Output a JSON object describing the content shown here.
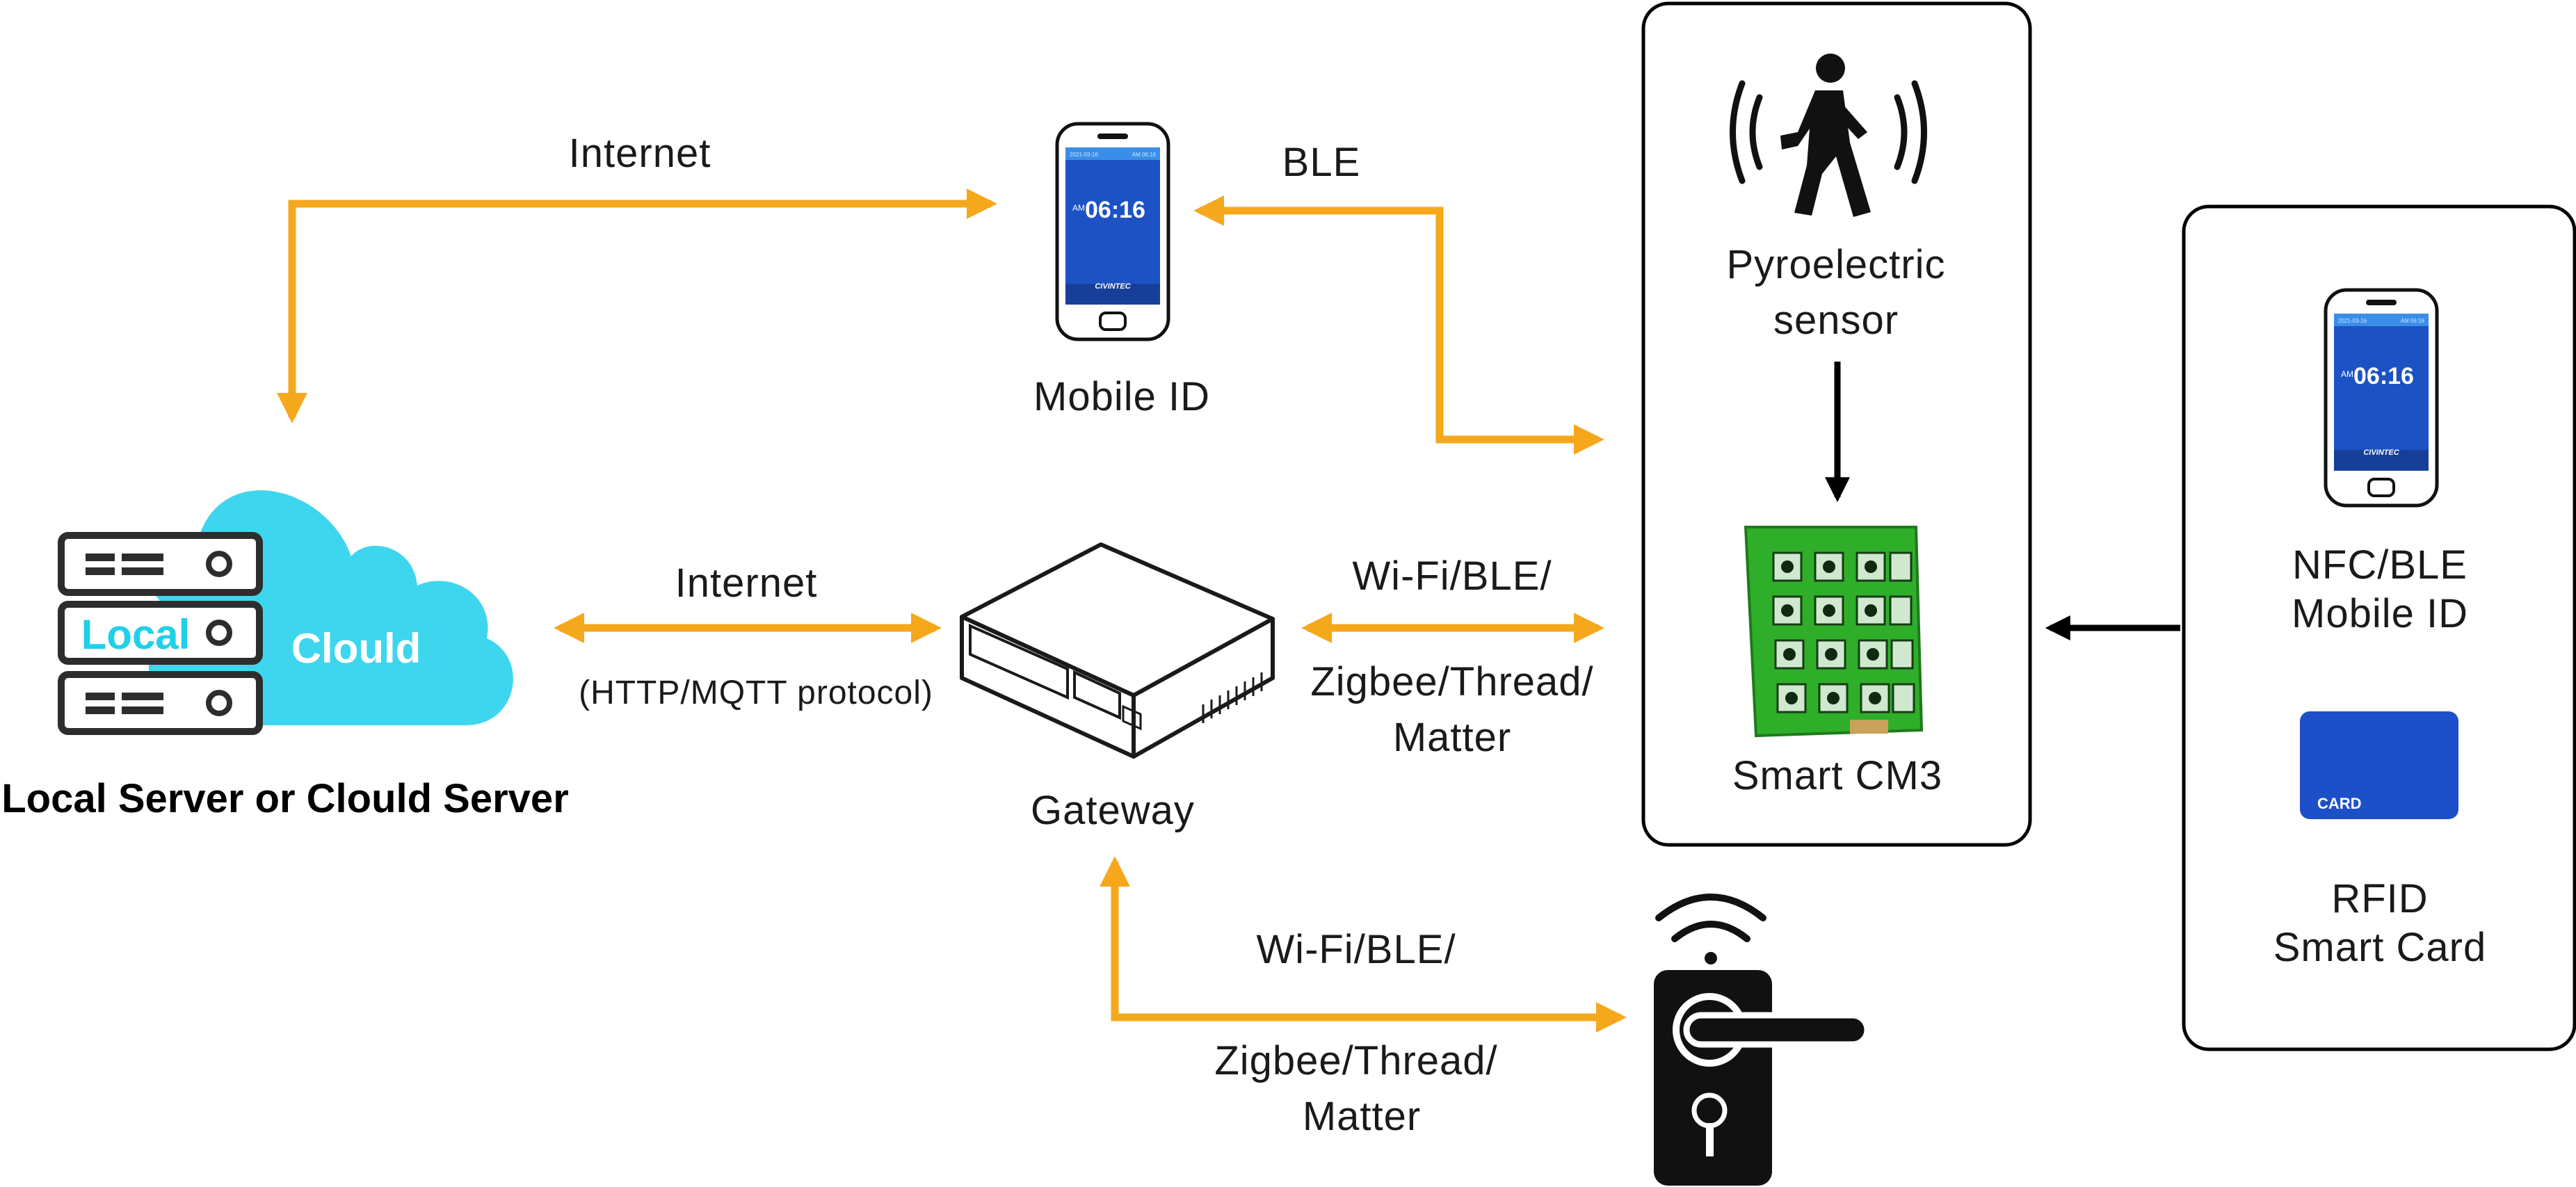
{
  "colors": {
    "link_arrow": "#f5a81c",
    "flow_arrow": "#000000",
    "cloud": "#3ed6ee",
    "server": "#2d2d2d",
    "phone_screen": "#1d52c4",
    "card": "#1d50c8",
    "pcb": "#2fae2a"
  },
  "nodes": {
    "server": {
      "label": "Local Server or Clould Server",
      "local_text": "Local",
      "cloud_text": "Clould",
      "icon": "server-cloud-icon"
    },
    "mobile_id": {
      "label": "Mobile ID",
      "icon": "smartphone-icon"
    },
    "gateway": {
      "label": "Gateway",
      "icon": "gateway-box-icon"
    },
    "pyro_sensor": {
      "label_line1": "Pyroelectric",
      "label_line2": "sensor",
      "icon": "walking-person-motion-icon"
    },
    "smart_cm3": {
      "label": "Smart CM3",
      "icon": "keypad-pcb-icon"
    },
    "nfc_mobile": {
      "label_line1": "NFC/BLE",
      "label_line2": "Mobile ID",
      "icon": "smartphone-icon"
    },
    "rfid_card": {
      "label_line1": "RFID",
      "label_line2": "Smart Card",
      "card_text": "CARD",
      "icon": "card-icon"
    },
    "door_lock": {
      "icon": "smart-door-lock-icon",
      "signal_icon": "wifi-signal-icon"
    }
  },
  "phone_screen": {
    "time": "06:16",
    "am": "AM",
    "brand": "CIVINTEC",
    "status_left": "2021-03-16",
    "status_right": "AM 06:16"
  },
  "links": {
    "server_mobile": {
      "label": "Internet"
    },
    "mobile_cm3": {
      "label": "BLE"
    },
    "server_gateway": {
      "label": "Internet",
      "sublabel": "(HTTP/MQTT protocol)"
    },
    "gateway_cm3": {
      "label_line1": "Wi-Fi/BLE/",
      "label_line2": "Zigbee/Thread/",
      "label_line3": "Matter"
    },
    "gateway_lock": {
      "label_line1": "Wi-Fi/BLE/",
      "label_line2": "Zigbee/Thread/",
      "label_line3": "Matter"
    }
  }
}
